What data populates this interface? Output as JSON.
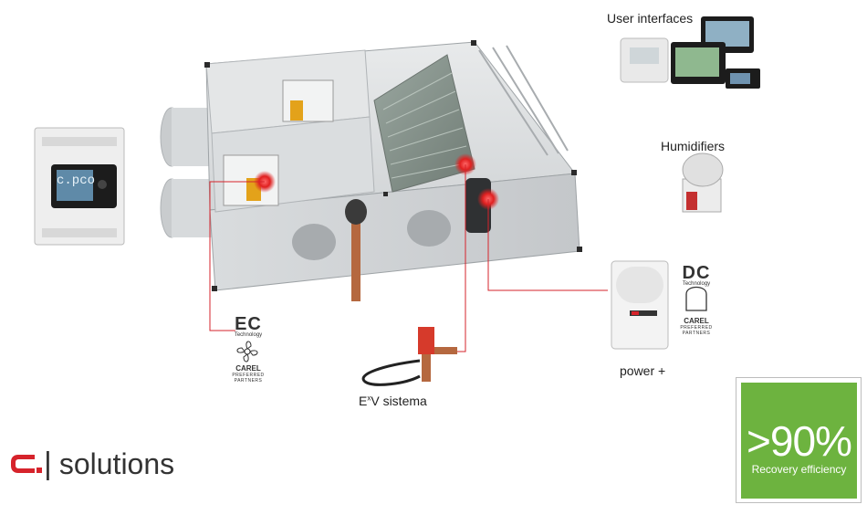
{
  "labels": {
    "user_interfaces": "User interfaces",
    "humidifiers": "Humidifiers",
    "power_plus": "power +",
    "eev": "E",
    "eev_sup": "x",
    "eev_rest": "V sistema"
  },
  "controller": {
    "screen_text": "c.pco"
  },
  "ec_logo": {
    "title": "EC",
    "technology": "Technology",
    "carel": "CAREL",
    "preferred": "PREFERRED",
    "partners": "PARTNERS"
  },
  "dc_logo": {
    "title": "DC",
    "technology": "Technology",
    "carel": "CAREL",
    "preferred": "PREFERRED",
    "partners": "PARTNERS"
  },
  "efficiency": {
    "value": ">90%",
    "label": "Recovery efficiency"
  },
  "brand": {
    "separator": "|",
    "text": "solutions"
  },
  "colors": {
    "accent_red": "#d6232b",
    "efficiency_green": "#6db33f",
    "unit_grey": "#cfd2d4"
  }
}
